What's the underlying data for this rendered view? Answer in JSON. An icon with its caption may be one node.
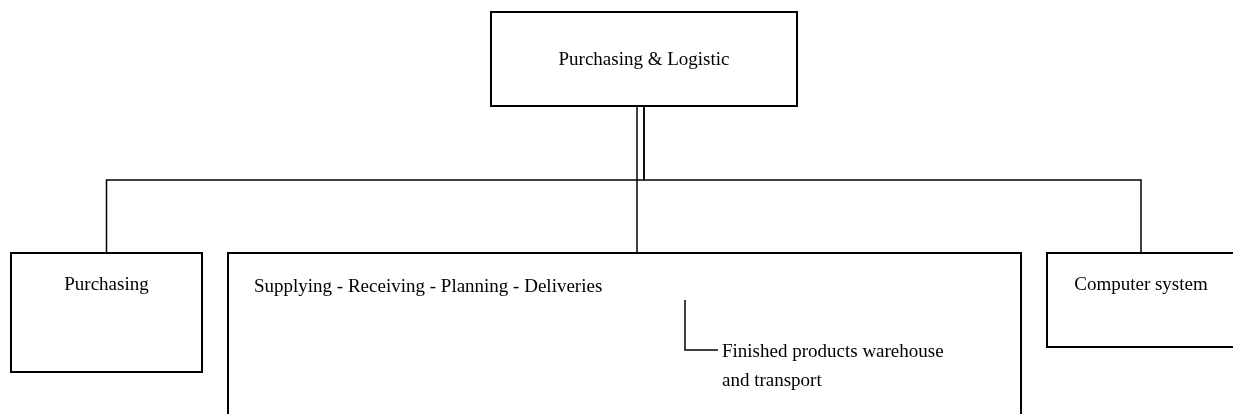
{
  "diagram": {
    "nodes": [
      {
        "text": [
          "Purchasing & Logistic"
        ]
      },
      {
        "text": [
          "Purchasing"
        ]
      },
      {
        "text": [
          "Supplying - Receiving - Planning - Deliveries"
        ]
      },
      {
        "text": [
          "Finished products warehouse and transport"
        ],
        "in": 2
      },
      {
        "text": [
          "Computer system"
        ]
      }
    ],
    "edges": [
      {
        "from": 0,
        "to": 1,
        "arrow": "none"
      },
      {
        "from": 0,
        "to": 2,
        "arrow": "none"
      },
      {
        "from": 0,
        "to": 4,
        "arrow": "none"
      },
      {
        "from": 2,
        "to": 3,
        "arrow": "none"
      }
    ]
  }
}
